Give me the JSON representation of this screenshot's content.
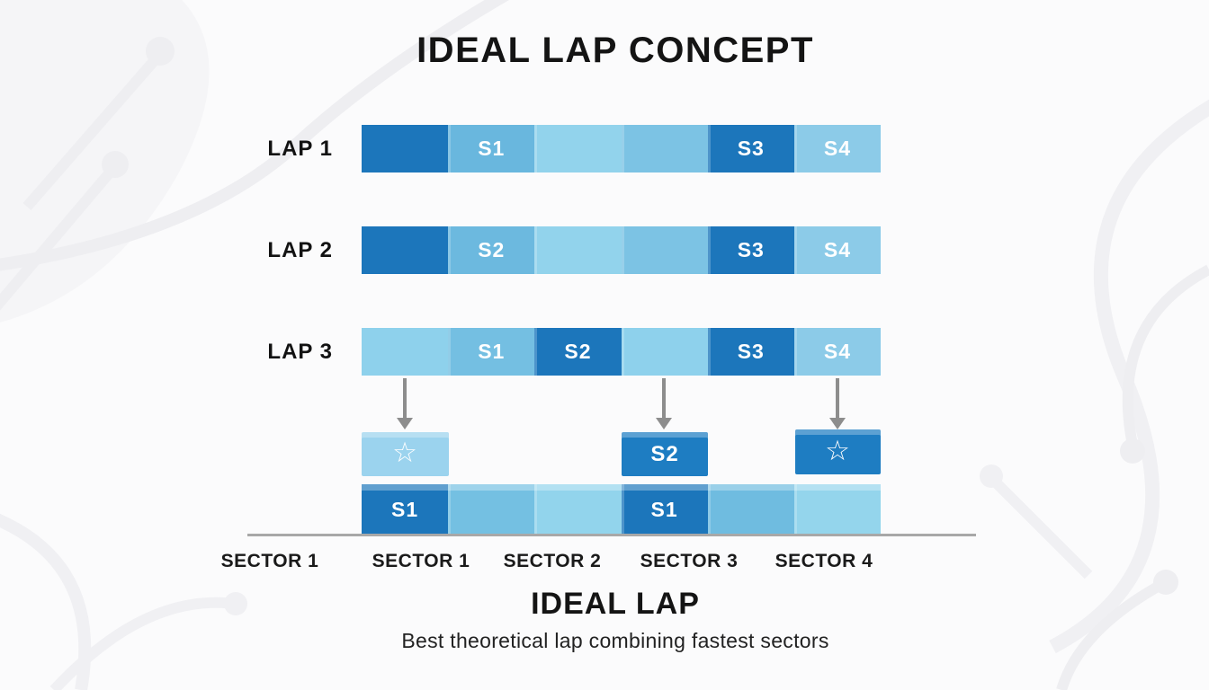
{
  "header": {
    "title": "IDEAL LAP CONCEPT"
  },
  "laps": [
    {
      "label": "LAP 1",
      "segments": [
        {
          "label": "",
          "color": "#1c76bb"
        },
        {
          "label": "S1",
          "color": "#69b7de"
        },
        {
          "label": "",
          "color": "#92d3ec"
        },
        {
          "label": "",
          "color": "#7cc3e4"
        },
        {
          "label": "S3",
          "color": "#1c76bb"
        },
        {
          "label": "S4",
          "color": "#8ccbe8"
        }
      ]
    },
    {
      "label": "LAP 2",
      "segments": [
        {
          "label": "",
          "color": "#1c76bb"
        },
        {
          "label": "S2",
          "color": "#6cb9df"
        },
        {
          "label": "",
          "color": "#92d3ec"
        },
        {
          "label": "",
          "color": "#7cc3e4"
        },
        {
          "label": "S3",
          "color": "#1c76bb"
        },
        {
          "label": "S4",
          "color": "#8ccbe8"
        }
      ]
    },
    {
      "label": "LAP 3",
      "segments": [
        {
          "label": "",
          "color": "#8ed1ec"
        },
        {
          "label": "S1",
          "color": "#74bfe2"
        },
        {
          "label": "S2",
          "color": "#1c76bb"
        },
        {
          "label": "",
          "color": "#8ed1ec"
        },
        {
          "label": "S3",
          "color": "#1c76bb"
        },
        {
          "label": "S4",
          "color": "#8ccbe8"
        }
      ]
    }
  ],
  "picked_sectors": [
    {
      "label": "",
      "icon": "star",
      "color": "#9bd3ee"
    },
    {
      "label": "S2",
      "icon": "",
      "color": "#1e7dc2"
    },
    {
      "label": "",
      "icon": "star",
      "color": "#1e7dc2"
    }
  ],
  "ideal_bar": {
    "segments": [
      {
        "label": "S1",
        "color": "#1c76bb"
      },
      {
        "label": "",
        "color": "#74c0e2"
      },
      {
        "label": "",
        "color": "#92d4ec"
      },
      {
        "label": "S1",
        "color": "#1c76bb"
      },
      {
        "label": "",
        "color": "#6fbce0"
      },
      {
        "label": "",
        "color": "#94d5ec"
      }
    ]
  },
  "axis": {
    "sector_labels": [
      "SECTOR 1",
      "SECTOR 1",
      "SECTOR 2",
      "SECTOR 3",
      "SECTOR 4"
    ]
  },
  "footer": {
    "title": "IDEAL LAP",
    "subtitle": "Best theoretical lap combining fastest sectors"
  },
  "icons": {
    "star": "☆"
  },
  "colors": {
    "dark_blue": "#1c76bb",
    "medium_blue": "#69b7de",
    "light_blue": "#92d3ec",
    "box_blue": "#1e7dc2",
    "arrow_gray": "#8d8d8d",
    "axis_gray": "#a8a8a8",
    "text_dark": "#141414",
    "background": "#fbfbfc",
    "pattern_gray": "#eeeef1"
  }
}
